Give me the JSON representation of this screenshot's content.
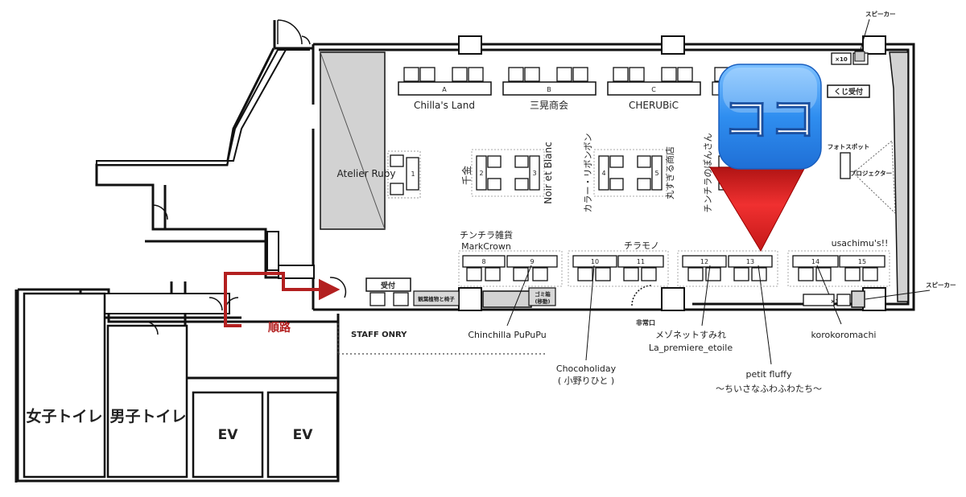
{
  "booths": {
    "A": {
      "letter": "A",
      "name": "Chilla's Land"
    },
    "B": {
      "letter": "B",
      "name": "三晃商会"
    },
    "C": {
      "letter": "C",
      "name": "CHERUBiC"
    },
    "b1": {
      "num": "1",
      "name": "Atelier Ruby"
    },
    "b2": {
      "num": "2",
      "name": "千金"
    },
    "b3": {
      "num": "3",
      "name": "Noir et Blanc"
    },
    "b4": {
      "num": "4",
      "name": "カラー・リボンボン"
    },
    "b5": {
      "num": "5",
      "name": "丸すぎる商店"
    },
    "b6": {
      "name": "チンチラのぽんさん"
    },
    "b8": {
      "num": "8",
      "name_line1": "チンチラ雑貨",
      "name_line2": "MarkCrown"
    },
    "b9": {
      "num": "9",
      "name": "Chinchilla PuPuPu"
    },
    "b10": {
      "num": "10",
      "name_line1": "Chocoholiday",
      "name_line2": "( 小野りひと )"
    },
    "b11": {
      "num": "11",
      "name": "チラモノ"
    },
    "b12": {
      "num": "12",
      "name_line1": "メゾネットすみれ",
      "name_line2": "La_premiere_etoile"
    },
    "b13": {
      "num": "13",
      "name_line1": "petit fluffy",
      "name_line2": "〜ちいさなふわふわたち〜"
    },
    "b14": {
      "num": "14",
      "name": "korokoromachi"
    },
    "b15": {
      "num": "15",
      "name": "usachimu's!!"
    }
  },
  "facilities": {
    "speaker": "スピーカー",
    "speaker2": "スピーカー",
    "x10": "×10",
    "x3": "×3",
    "kuji": "くじ受付",
    "photo_spot": "フォトスポット",
    "projector": "プロジェクター",
    "reception": "受付",
    "plants": "観葉植物と椅子",
    "trash_line1": "ゴミ箱",
    "trash_line2": "(移動)",
    "emergency_exit": "非常口",
    "staff_only": "STAFF ONRY",
    "route": "順路",
    "women_toilet": "女子トイレ",
    "men_toilet": "男子トイレ",
    "ev1": "EV",
    "ev2": "EV"
  },
  "marker": {
    "label": "ココ",
    "badge_color": "#2a86e8",
    "arrow_color": "#e02020"
  },
  "colors": {
    "route": "#b32020",
    "wall": "#111111",
    "shade": "#d2d2d2"
  }
}
